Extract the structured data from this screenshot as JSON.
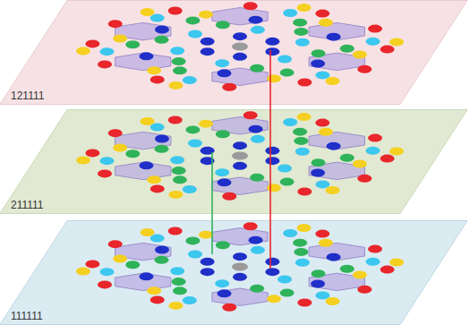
{
  "diagram": {
    "nodes": [
      {
        "text": [
          "121111"
        ]
      },
      {
        "text": [
          "211111"
        ]
      },
      {
        "text": [
          "111111"
        ]
      }
    ]
  }
}
